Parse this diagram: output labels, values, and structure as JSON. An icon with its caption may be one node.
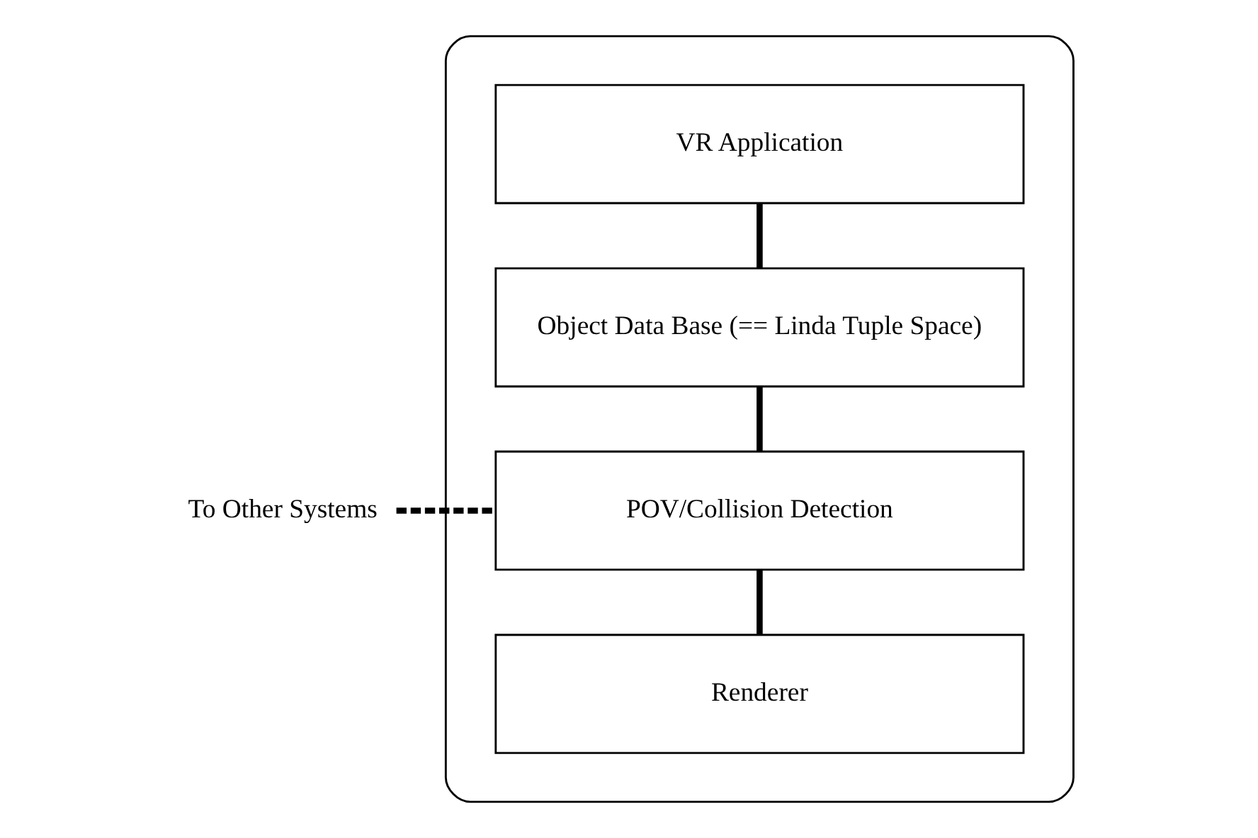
{
  "diagram": {
    "nodes": [
      {
        "text": [],
        "shape": "box"
      },
      {
        "text": [
          "VR Application"
        ],
        "in": 0
      },
      {
        "text": [
          "Object Data Base (== Linda Tuple Space)"
        ],
        "in": 0
      },
      {
        "text": [
          "POV/Collision Detection"
        ],
        "in": 0
      },
      {
        "text": [
          "Renderer"
        ],
        "in": 0
      },
      {
        "text": [
          "To Other Systems"
        ]
      }
    ],
    "edges": [
      {
        "from": 1,
        "to": 2,
        "arrow": "none"
      },
      {
        "from": 2,
        "to": 3,
        "arrow": "none"
      },
      {
        "from": 3,
        "to": 4,
        "arrow": "none"
      },
      {
        "from": 5,
        "to": 3,
        "arrow": "none",
        "style": "dashed"
      }
    ]
  }
}
